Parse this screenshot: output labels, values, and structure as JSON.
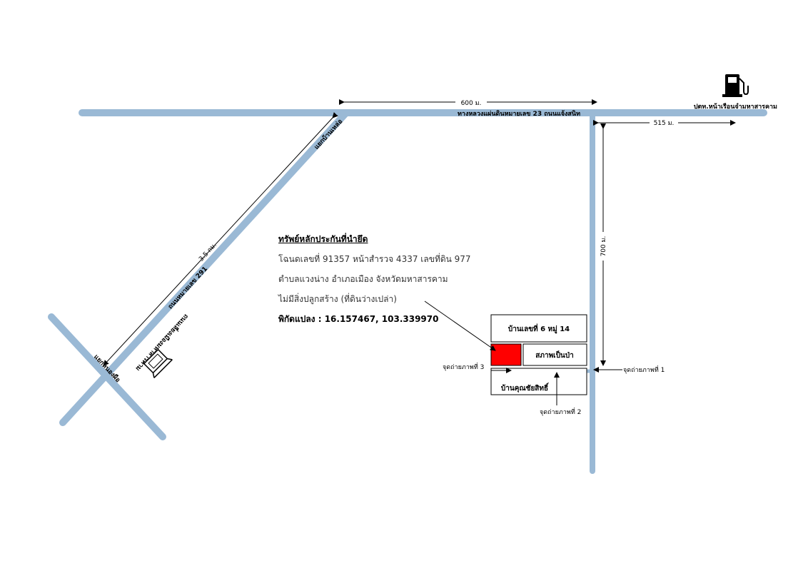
{
  "roads": {
    "highway_label": "ทางหลวงแผ่นดินหมายเลข 23 ถนนแจ้งสนิท",
    "diagonal_label": "ถนนหมายเลข 291",
    "junction_top_label": "แยกบ้านเหล่อ",
    "junction_bottom_label": "แยกหนองผือ",
    "cross_label": "ถนนเลี่ยงเมืองมหาสารคาม"
  },
  "distances": {
    "top": "600 ม.",
    "right": "515 ม.",
    "vertical": "700 ม.",
    "diagonal": "3.5 กม."
  },
  "landmarks": {
    "gas_station": "ปตท.หน้าเรือนจำมหาสารคาม",
    "gas_icon": "gas-pump-icon",
    "building_icon": "building-icon"
  },
  "boxes": {
    "house": "บ้านเลขที่ 6 หมู่ 14",
    "hall": "สภาพเป็นป่า",
    "neighbor": "บ้านคุณชัยสิทธิ์"
  },
  "photo_points": {
    "p1": "จุดถ่ายภาพที่ 1",
    "p2": "จุดถ่ายภาพที่ 2",
    "p3": "จุดถ่ายภาพที่ 3"
  },
  "info": {
    "title": "ทรัพย์หลักประกันที่นำยึด",
    "line1": "โฉนดเลขที่ 91357 หน้าสำรวจ 4337 เลขที่ดิน 977",
    "line2": "ตำบลแวงน่าง อำเภอเมือง จังหวัดมหาสารคาม",
    "line3": "ไม่มีสิ่งปลูกสร้าง (ที่ดินว่างเปล่า)",
    "coord": "พิกัดแปลง : 16.157467, 103.339970"
  },
  "colors": {
    "road": "#9ab9d5",
    "target_parcel": "#ff0000"
  }
}
